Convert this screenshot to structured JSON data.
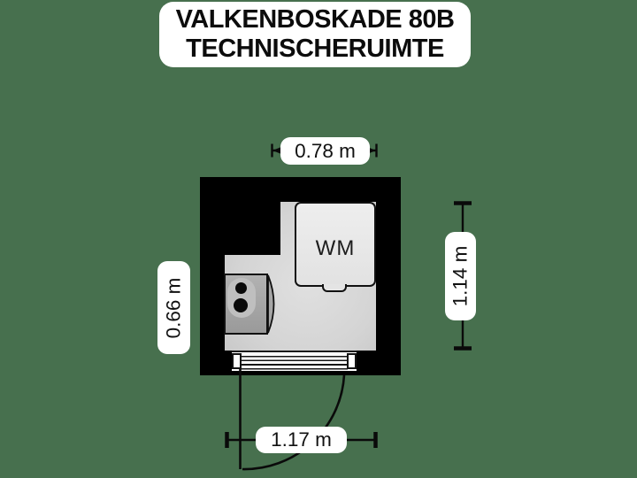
{
  "title": {
    "line1": "VALKENBOSKADE 80B",
    "line2": "TECHNISCHERUIMTE"
  },
  "room": {
    "appliance_labels": {
      "washing_machine": "WM"
    },
    "dimensions": {
      "top": "0.78 m",
      "bottom": "1.17 m",
      "left": "0.66 m",
      "right": "1.14 m"
    }
  },
  "colors": {
    "background": "#47704e",
    "wall": "#000000",
    "floor": "#d4d4d4",
    "washing_machine_fill": "#e7e7e7",
    "boiler_fill": "#a3a3a3",
    "label_pill": "#ffffff",
    "text": "#111111"
  }
}
